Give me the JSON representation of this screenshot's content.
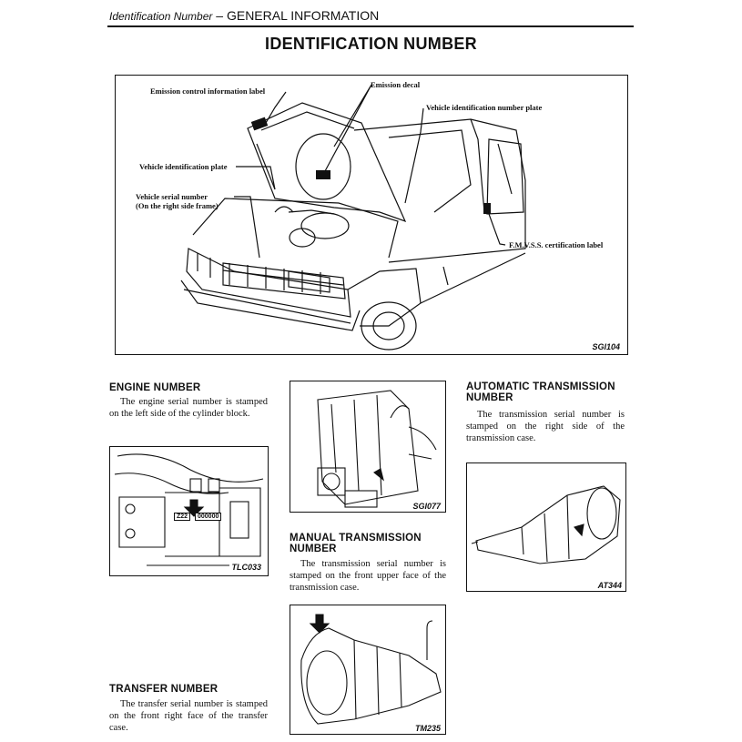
{
  "header": {
    "breadcrumb_italic": "Identification Number",
    "breadcrumb_dash": " – ",
    "section": "GENERAL INFORMATION"
  },
  "page_title": "IDENTIFICATION NUMBER",
  "main_figure": {
    "code": "SGI104",
    "labels": {
      "emission_control": "Emission control information label",
      "emission_decal": "Emission decal",
      "vin_plate": "Vehicle identification number plate",
      "vehicle_plate": "Vehicle identification plate",
      "serial_number": "Vehicle serial number",
      "serial_number_note": "(On the right side frame)",
      "fmvss": "F.M.V.S.S. certification label"
    }
  },
  "engine": {
    "heading": "ENGINE NUMBER",
    "text": "The engine serial number is stamped on the left side of the cylinder block.",
    "figure_code": "TLC033",
    "stamp_prefix": "Z22",
    "stamp_digits": "000000"
  },
  "manual": {
    "heading_line1": "MANUAL TRANSMISSION",
    "heading_line2": "NUMBER",
    "text": "The transmission serial number is stamped on the front upper face of the transmission case.",
    "figure_code": "TM235"
  },
  "transfer": {
    "heading": "TRANSFER NUMBER",
    "text": "The transfer serial number is stamped on the front right face of the transfer case.",
    "figure_code": "SGI077"
  },
  "automatic": {
    "heading_line1": "AUTOMATIC TRANSMISSION",
    "heading_line2": "NUMBER",
    "text": "The transmission serial number is stamped on the right side of the transmission case.",
    "figure_code": "AT344"
  }
}
